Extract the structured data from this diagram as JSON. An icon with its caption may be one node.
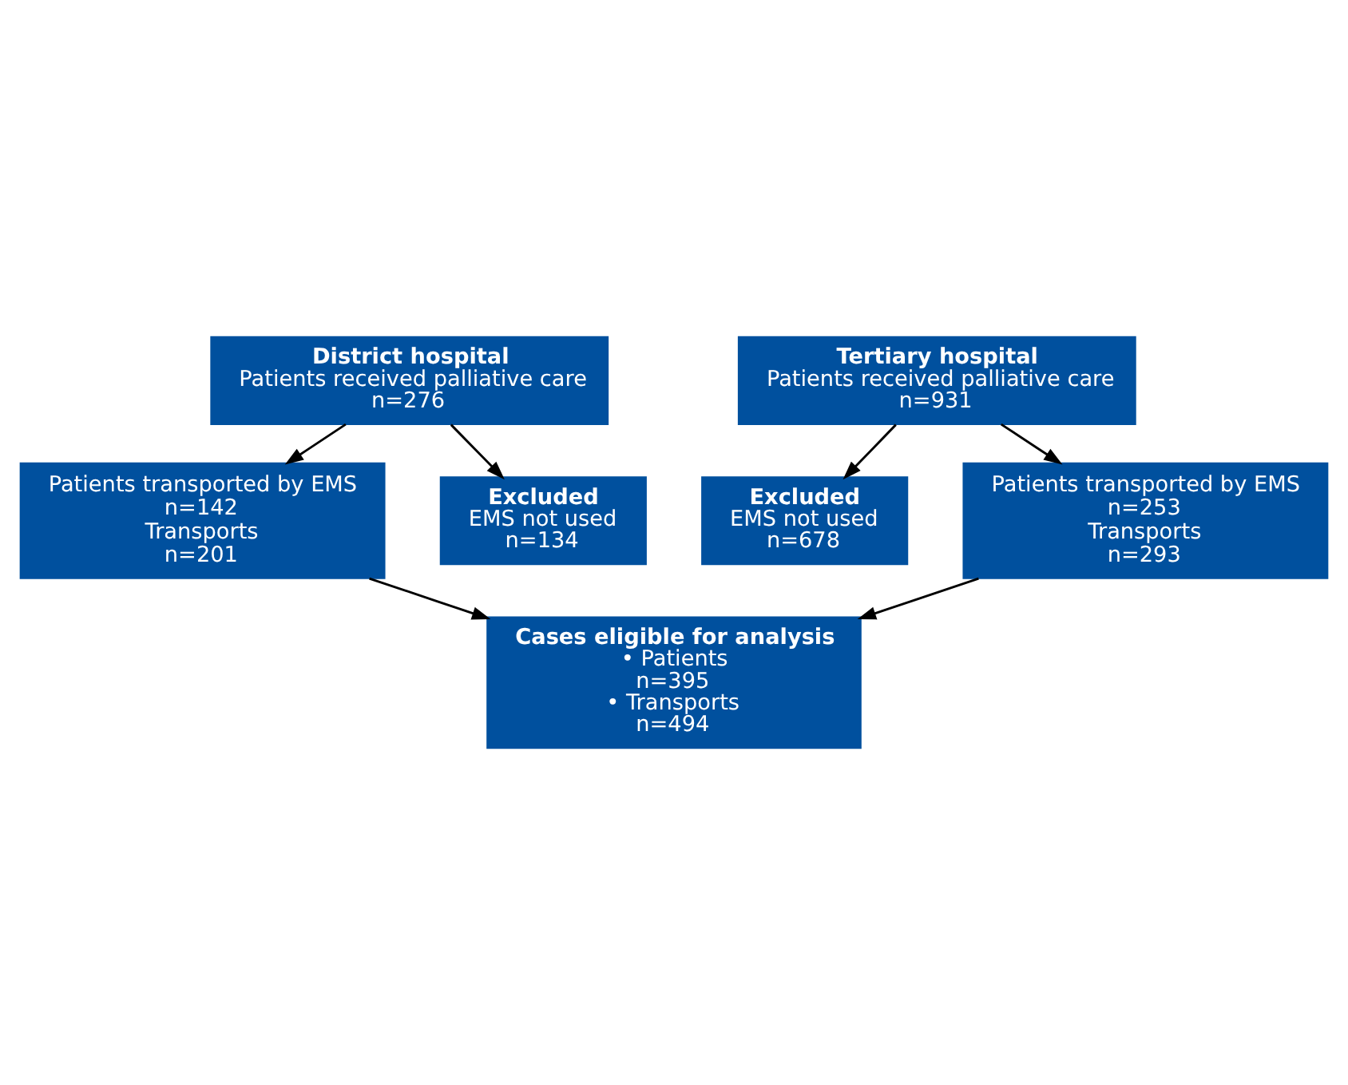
{
  "diagram": {
    "nodes": [
      {
        "text": [
          "District hospital",
          "Patients received palliative care",
          "n=276"
        ]
      },
      {
        "text": [
          "Tertiary hospital",
          "Patients received palliative care",
          "n=931"
        ]
      },
      {
        "text": [
          "Excluded",
          "EMS not used",
          "n=134"
        ]
      },
      {
        "text": [
          "Excluded",
          "EMS not used",
          "n=678"
        ]
      },
      {
        "text": [
          "Patients transported by EMS",
          "n=142",
          "Transports",
          "n=201"
        ]
      },
      {
        "text": [
          "Patients transported by EMS",
          "n=253",
          "Transports",
          "n=293"
        ]
      },
      {
        "text": [
          "Cases eligible for analysis",
          "• Patients",
          "n=395",
          "• Transports",
          "n=494"
        ]
      }
    ],
    "edges": [
      {
        "from": 0,
        "to": 2,
        "arrow": "to"
      },
      {
        "from": 0,
        "to": 4,
        "arrow": "to"
      },
      {
        "from": 1,
        "to": 3,
        "arrow": "to"
      },
      {
        "from": 1,
        "to": 5,
        "arrow": "to"
      },
      {
        "from": 4,
        "to": 6,
        "arrow": "to"
      },
      {
        "from": 5,
        "to": 6,
        "arrow": "to"
      }
    ]
  }
}
